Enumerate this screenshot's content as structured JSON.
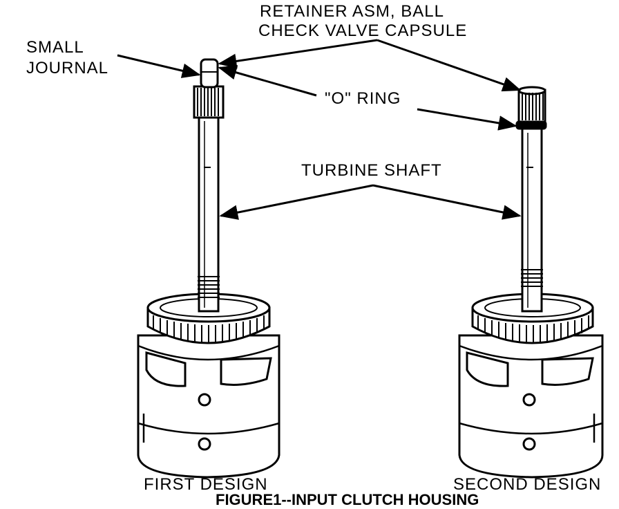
{
  "labels": {
    "retainer": [
      "RETAINER ASM, BALL",
      "CHECK VALVE CAPSULE"
    ],
    "small_journal": [
      "SMALL",
      "JOURNAL"
    ],
    "o_ring": "\"O\" RING",
    "turbine_shaft": "TURBINE SHAFT",
    "first_design": "FIRST DESIGN",
    "second_design": "SECOND DESIGN"
  },
  "caption": "FIGURE1--INPUT CLUTCH HOUSING",
  "colors": {
    "ink": "#000000",
    "paper": "#ffffff"
  }
}
